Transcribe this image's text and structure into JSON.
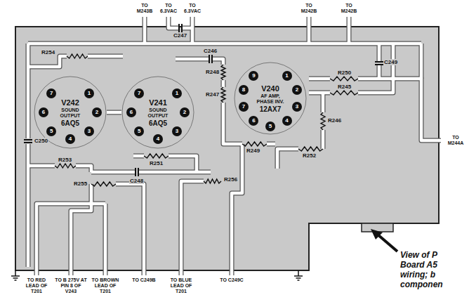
{
  "diagram": {
    "nodes": [
      {
        "text": [
          "V242",
          "SOUND OUTPUT",
          "6AQ5"
        ]
      },
      {
        "text": [
          "V241",
          "SOUND OUTPUT",
          "6AQ5"
        ]
      },
      {
        "text": [
          "V240",
          "AF AMP, PHASE INV.",
          "12AX7"
        ]
      }
    ],
    "labels": [
      "TO M243B",
      "TO 6.3VAC",
      "TO 6.3VAC",
      "TO M242B",
      "TO M242B",
      "C247",
      "C246",
      "R254",
      "C249",
      "R250",
      "R248",
      "R245",
      "R247",
      "R246",
      "C250",
      "R251",
      "R249",
      "R252",
      "R253",
      "C248",
      "R256",
      "R255",
      "TO M244A",
      "1",
      "2",
      "3",
      "4",
      "5",
      "6",
      "7",
      "1",
      "2",
      "3",
      "4",
      "5",
      "6",
      "7",
      "1",
      "2",
      "3",
      "4",
      "5",
      "6",
      "7",
      "8",
      "9",
      "TO RED LEAD OF T201",
      "TO B 275V AT PIN 8 OF V243",
      "TO BROWN LEAD OF T201",
      "TO C249B",
      "TO BLUE LEAD OF T201",
      "TO C249C",
      "View of P Board A5 wiring; b componen"
    ]
  }
}
